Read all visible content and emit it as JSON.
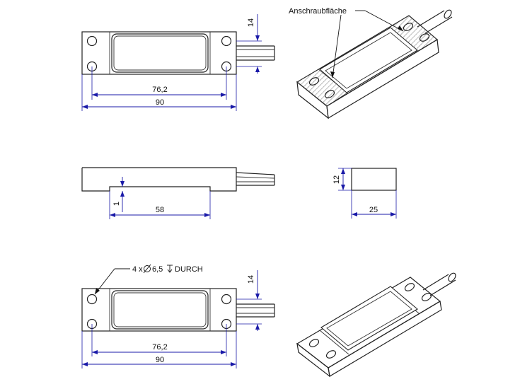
{
  "labels": {
    "mounting_surface": "Anschraubfläche",
    "holes_note_prefix": "4 x ",
    "holes_note_diameter": "6,5",
    "holes_note_suffix": "DURCH"
  },
  "dimensions": {
    "top_view": {
      "hole_spacing": "76,2",
      "length": "90",
      "hole_offset": "14"
    },
    "side_view": {
      "recess_depth": "1",
      "recess_length": "58"
    },
    "end_view": {
      "height": "12",
      "width": "25"
    },
    "bottom_view": {
      "hole_spacing": "76,2",
      "length": "90",
      "hole_offset": "14"
    }
  },
  "colors": {
    "dimension": "#1a1aa8",
    "outline": "#222222",
    "hatch": "#555555"
  }
}
